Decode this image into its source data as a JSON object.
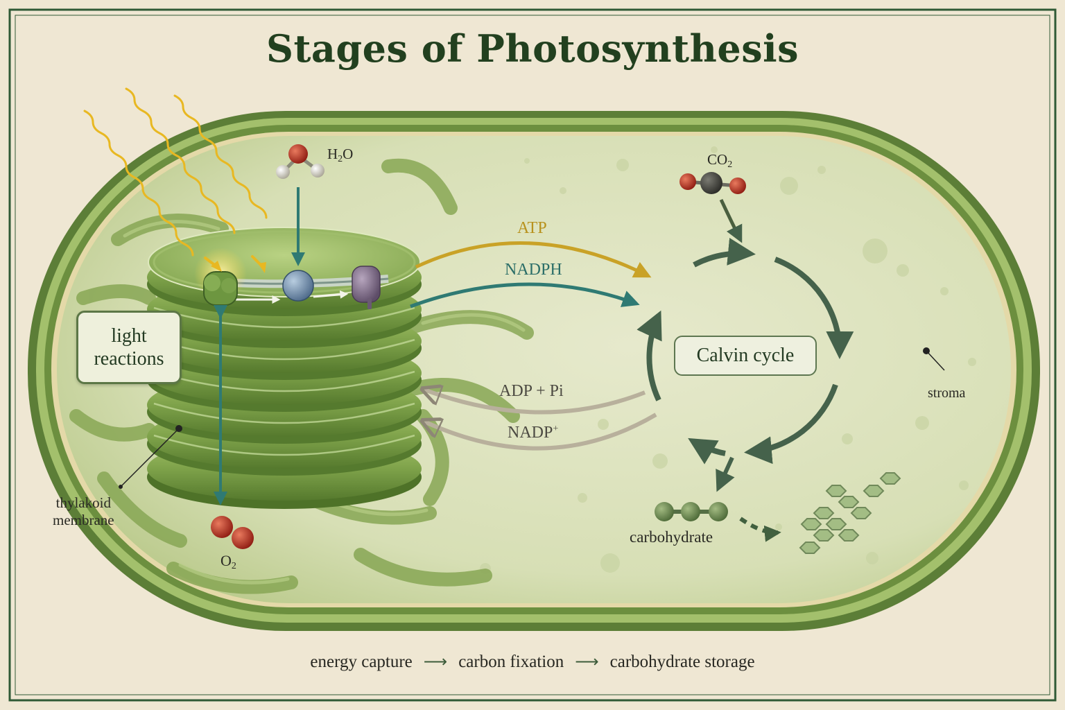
{
  "title": "Stages of Photosynthesis",
  "labels": {
    "light_reactions": "light\nreactions",
    "calvin_cycle": "Calvin cycle",
    "atp": "ATP",
    "nadph": "NADPH",
    "adp_pi": "ADP + Pi",
    "nadp_base": "NADP",
    "nadp_sup": "+",
    "h2o_a": "H",
    "h2o_sub": "2",
    "h2o_b": "O",
    "co2_a": "CO",
    "co2_sub": "2",
    "o2_a": "O",
    "o2_sub": "2",
    "thylakoid_membrane": "thylakoid\nmembrane",
    "stroma": "stroma",
    "carbohydrate": "carbohydrate"
  },
  "footer": {
    "step1": "energy capture",
    "step2": "carbon fixation",
    "step3": "carbohydrate storage",
    "arrow": "⟶"
  },
  "colors": {
    "title": "#22401f",
    "atp_arrow": "#c9a227",
    "nadph_arrow": "#2f7a73",
    "return_arrow": "#b8b09c",
    "calvin_cycle": "#45624b",
    "chloroplast": "#7fa04e",
    "stroma": "#e1e5c4"
  },
  "icons": [
    "sunlight-ray-icon",
    "water-molecule-icon",
    "carbon-dioxide-molecule-icon",
    "oxygen-molecule-icon",
    "carbohydrate-chain-icon",
    "hexagon-network-icon"
  ]
}
